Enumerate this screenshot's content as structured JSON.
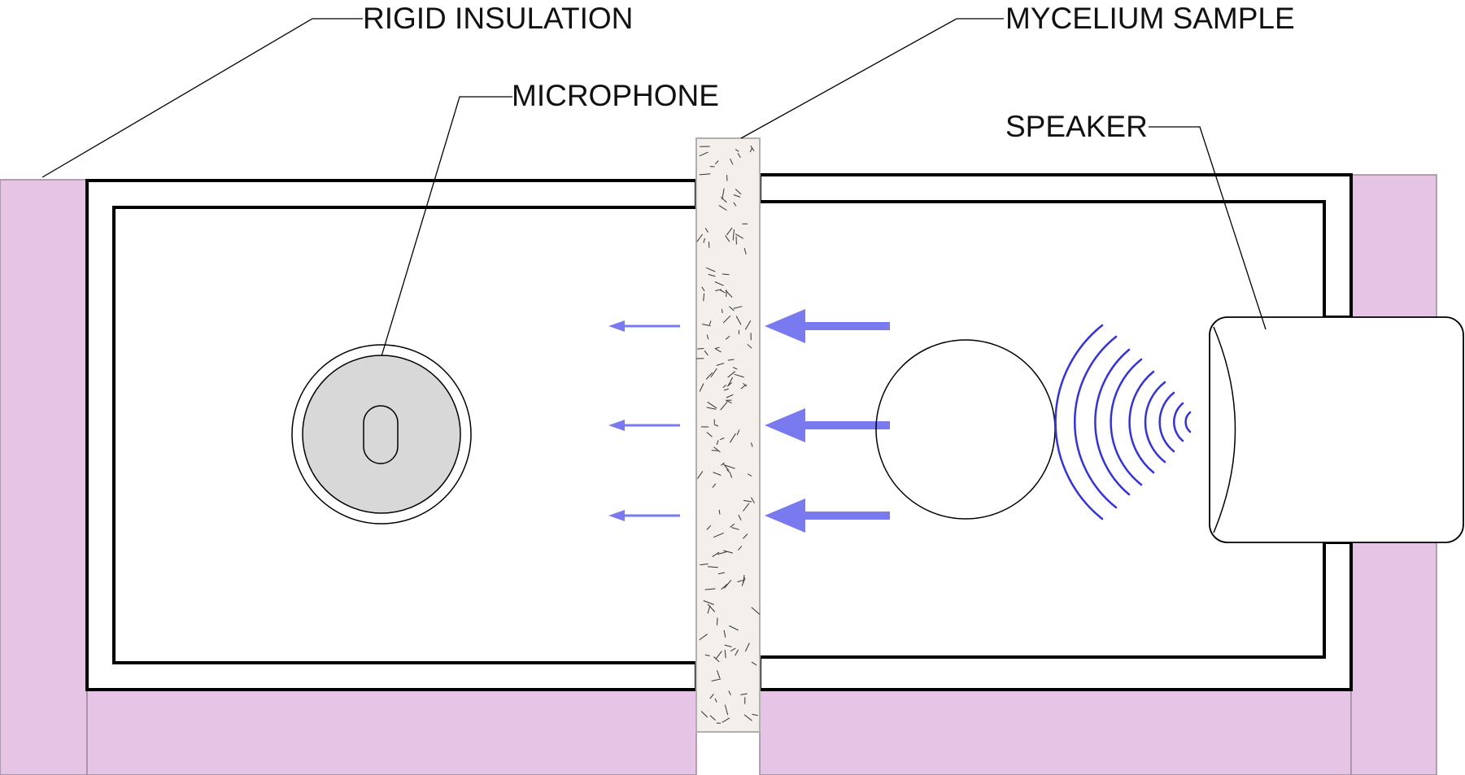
{
  "labels": {
    "rigid_insulation": "RIGID INSULATION",
    "mycelium_sample": "MYCELIUM SAMPLE",
    "microphone": "MICROPHONE",
    "speaker": "SPEAKER"
  },
  "colors": {
    "insulation_fill": "#e5c4e5",
    "sample_fill": "#f4efea",
    "sample_edge": "#b0b0b0",
    "arrow": "#7a7af0",
    "sound_wave": "#3333dd",
    "mic_fill": "#d8d8d8",
    "wall": "#000000",
    "background": "#ffffff"
  },
  "icons": {
    "microphone": "microphone-icon",
    "speaker": "speaker-icon",
    "sound_waves": "sound-wave-icon"
  }
}
